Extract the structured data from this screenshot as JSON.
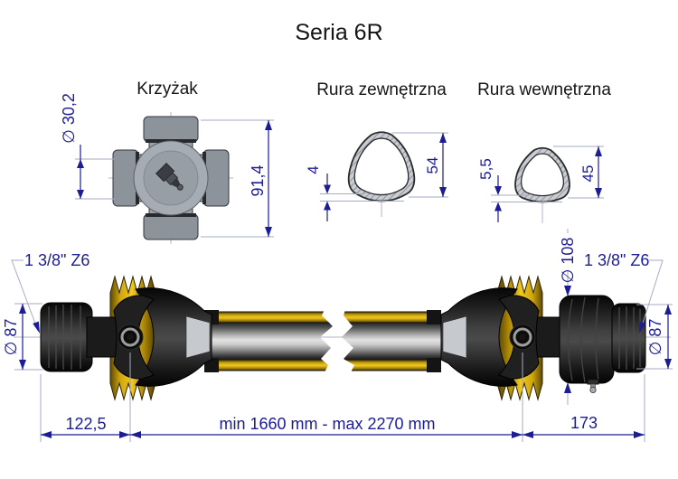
{
  "title": "Seria 6R",
  "cross_section": {
    "label": "Krzyżak",
    "cap_diameter": "∅ 30,2",
    "overall_height": "91,4"
  },
  "outer_tube": {
    "label": "Rura zewnętrzna",
    "wall_thickness": "4",
    "outer_size": "54"
  },
  "inner_tube": {
    "label": "Rura wewnętrzna",
    "wall_thickness": "5,5",
    "outer_size": "45"
  },
  "shaft": {
    "left_spline_label": "1 3/8\" Z6",
    "right_spline_label": "1 3/8\" Z6",
    "left_end_diameter": "∅ 87",
    "right_end_diameter": "∅ 87",
    "guard_bell_diameter": "∅ 108",
    "left_end_length": "122,5",
    "overall_length": "min 1660 mm - max 2270 mm",
    "right_end_length": "173"
  },
  "colors": {
    "dimension_blue": "#1c1c94",
    "guard_yellow": "#e8bd17",
    "steel_grey": "#9ba1a9",
    "background": "#ffffff"
  }
}
